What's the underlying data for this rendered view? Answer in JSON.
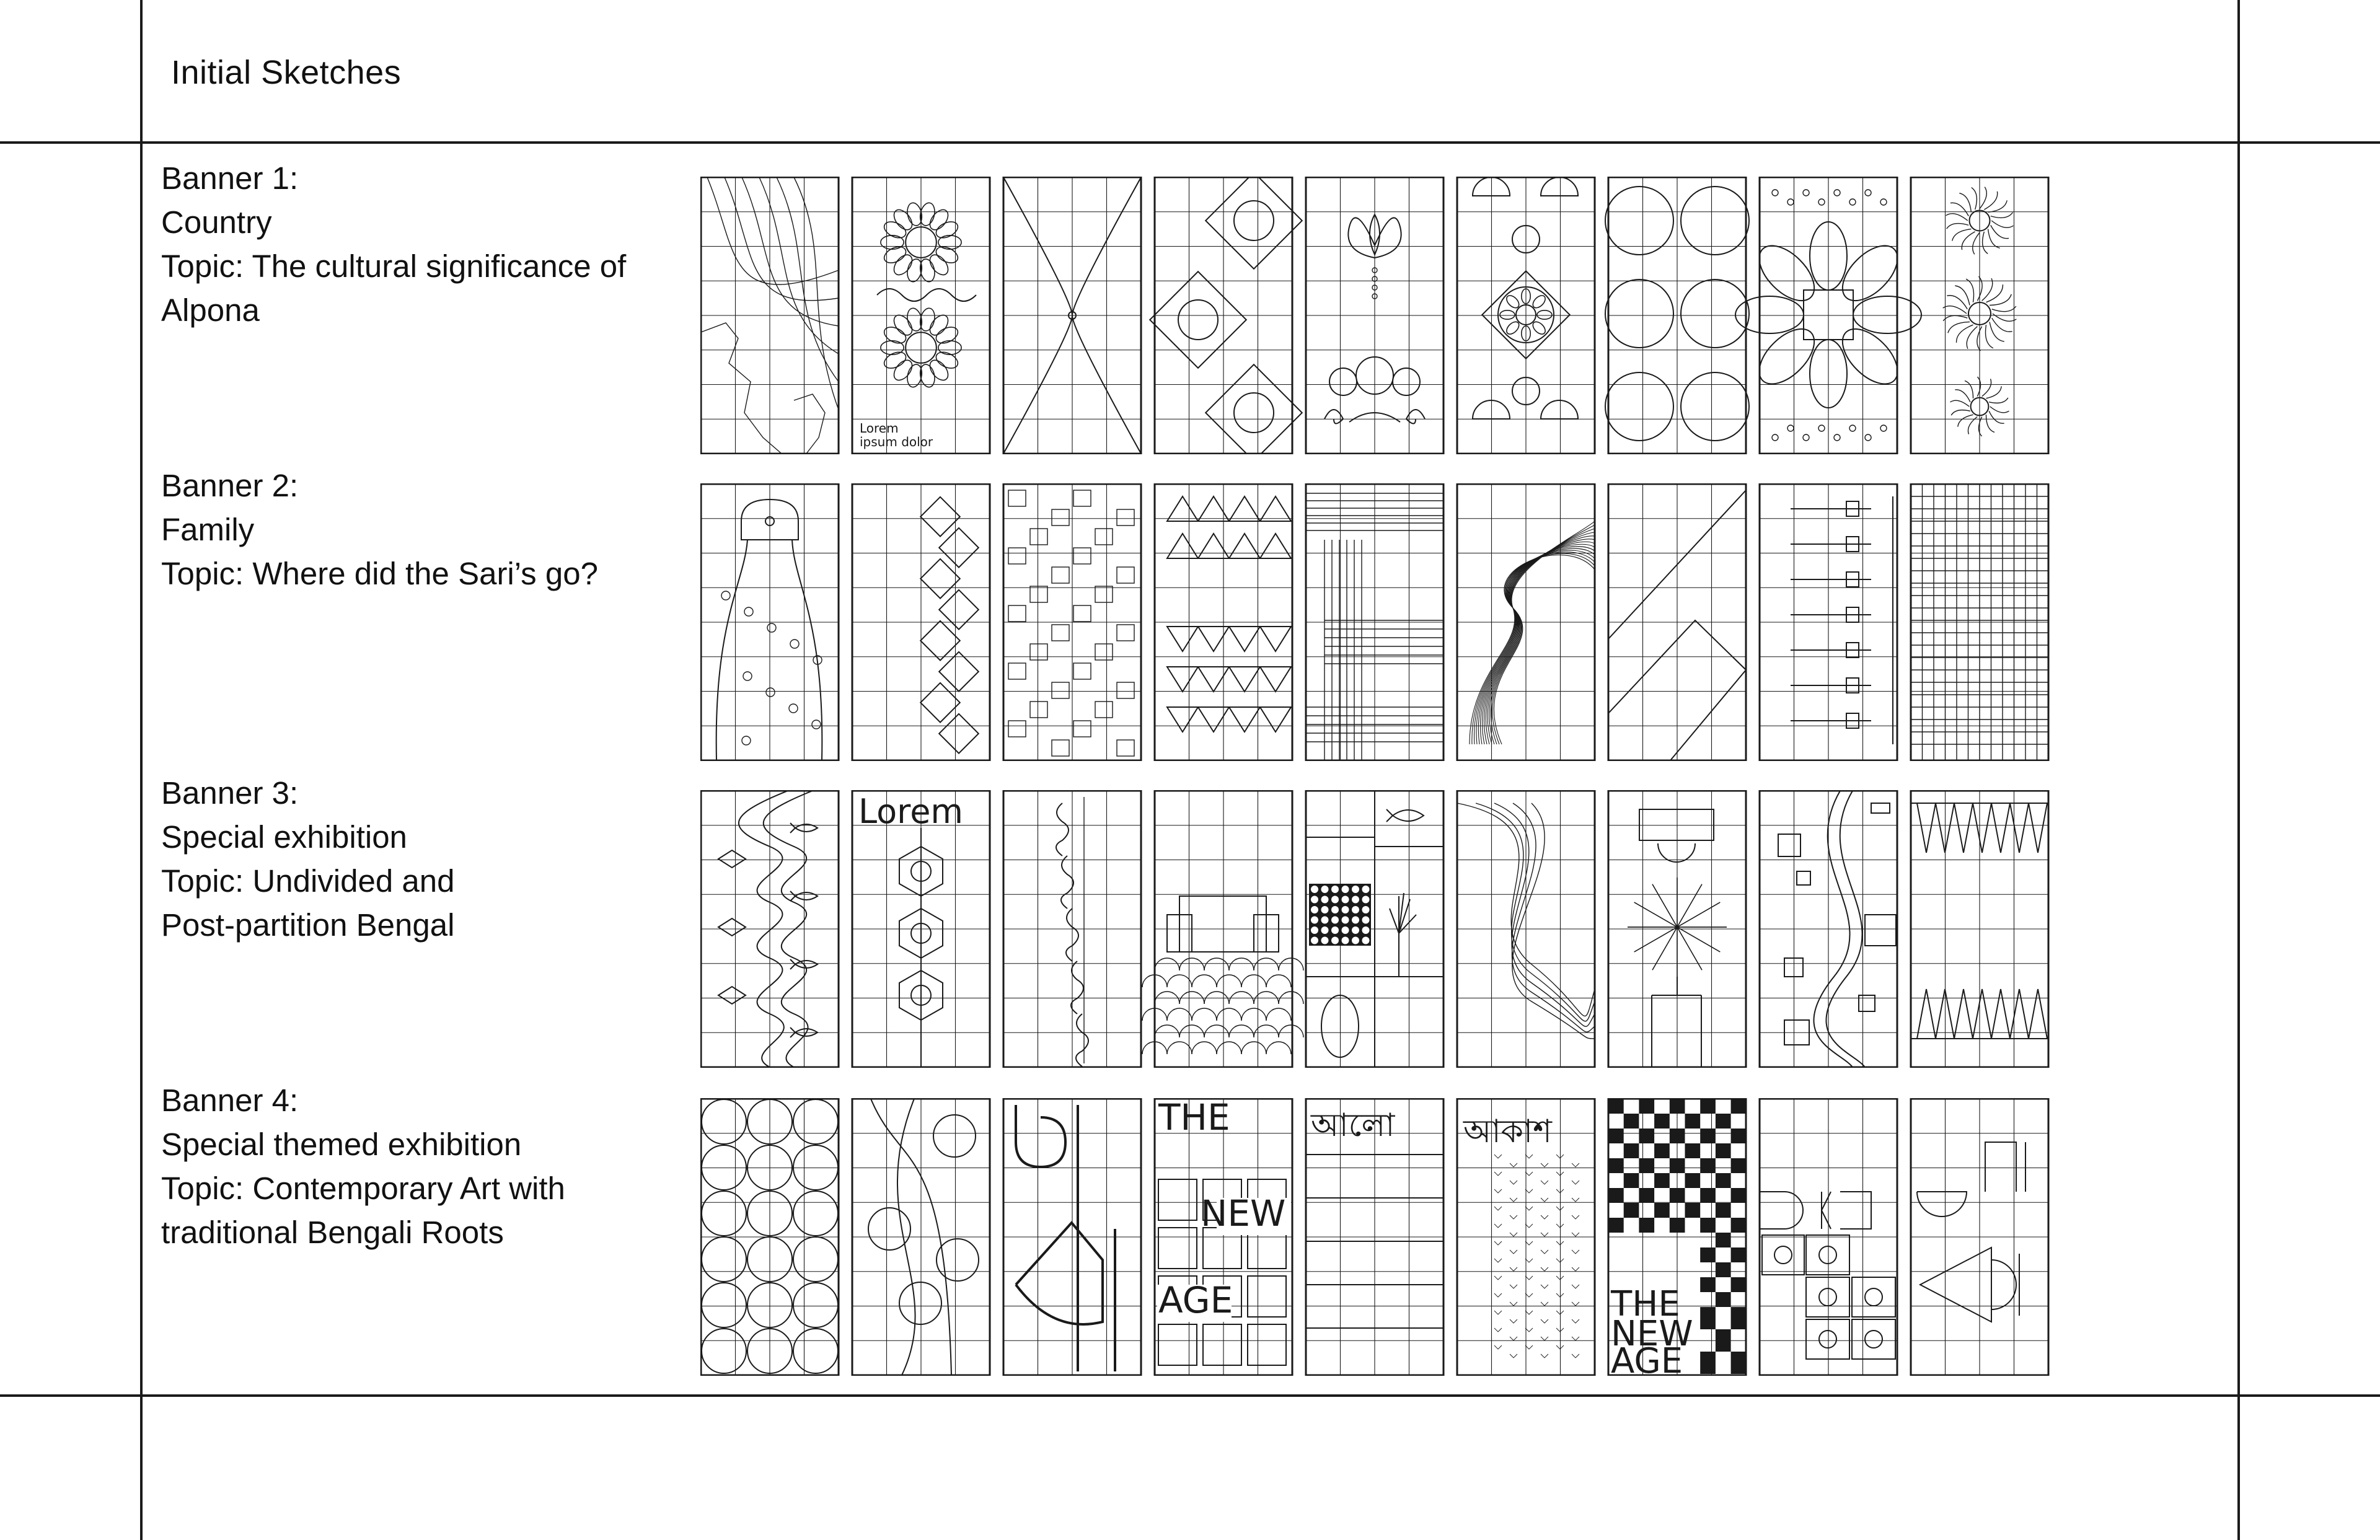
{
  "page": {
    "title": "Initial Sketches"
  },
  "banners": [
    {
      "label": "Banner 1:",
      "category": "Country",
      "topic_lines": [
        "Topic: The cultural significance of",
        "Alpona"
      ],
      "sketch_texts": [
        "Lorem",
        "ipsum dolor"
      ]
    },
    {
      "label": "Banner 2:",
      "category": "Family",
      "topic_lines": [
        "Topic: Where did the Sari’s go?"
      ]
    },
    {
      "label": "Banner 3:",
      "category": "Special exhibition",
      "topic_lines": [
        "Topic: Undivided and",
        "Post-partition Bengal"
      ],
      "sketch_texts": [
        "Lorem"
      ]
    },
    {
      "label": "Banner 4:",
      "category": "Special themed exhibition",
      "topic_lines": [
        "Topic: Contemporary Art with",
        "traditional Bengali Roots"
      ],
      "sketch_texts": [
        "THE",
        "NEW",
        "AGE",
        "আলো",
        "আকাশ"
      ]
    }
  ],
  "style": {
    "line_color": "#1a1a1a",
    "background": "#ffffff"
  }
}
